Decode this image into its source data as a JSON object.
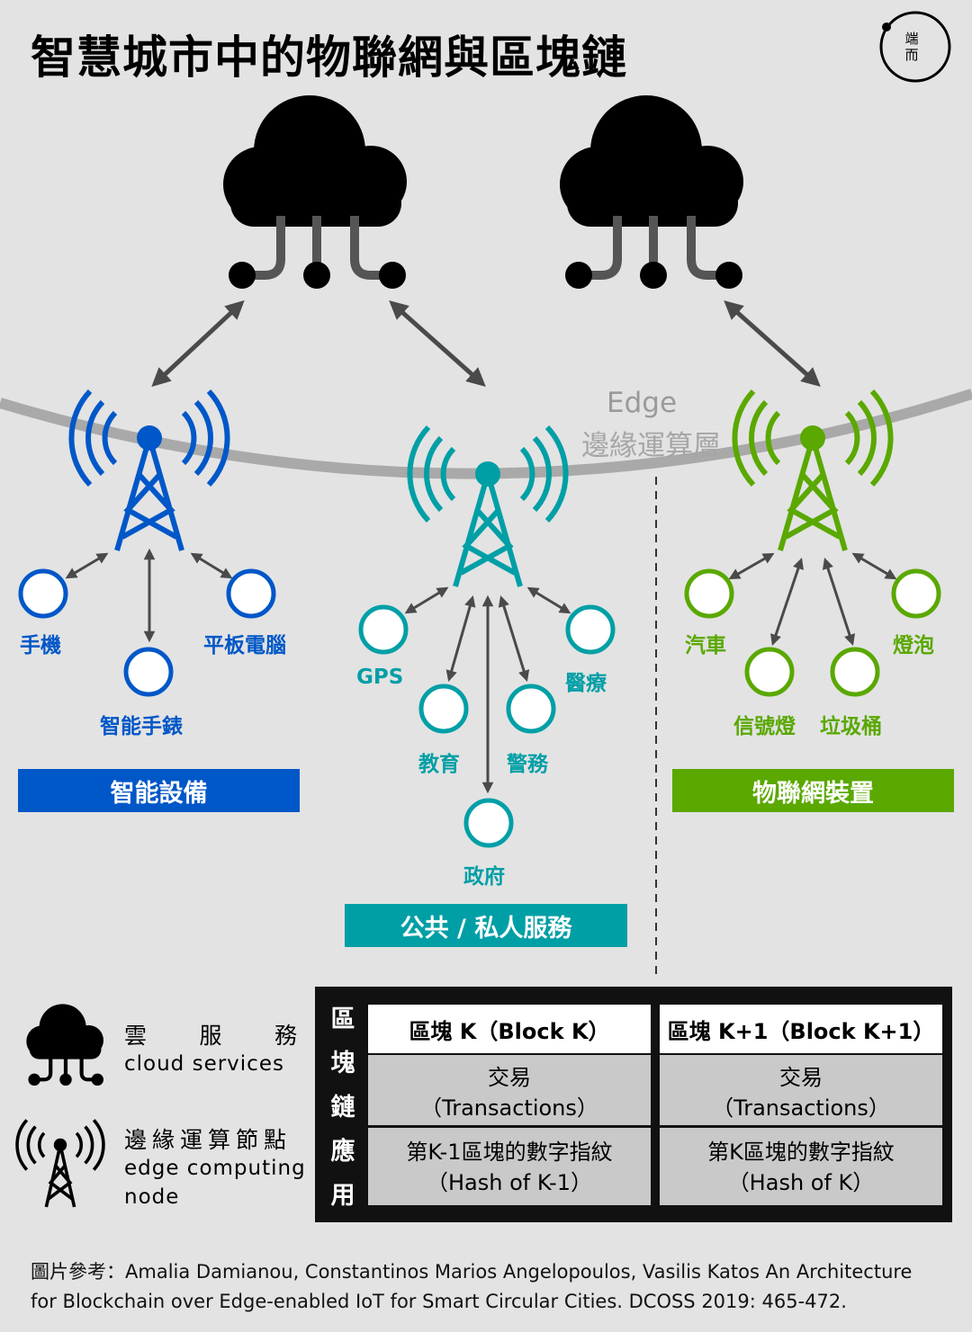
{
  "title": "智慧城市中的物聯網與區塊鏈",
  "logo": {
    "name": "initium-media-logo",
    "text_top": "端",
    "text_bottom": "而",
    "color": "#000000"
  },
  "edge_layer": {
    "label_en": "Edge",
    "label_zh": "邊緣運算層"
  },
  "groups": {
    "smart_devices": {
      "color": "#0057c8",
      "band": "智能設備",
      "devices": [
        "手機",
        "平板電腦",
        "智能手錶"
      ]
    },
    "public_services": {
      "color": "#009fa6",
      "band": "公共 / 私人服務",
      "devices": [
        "GPS",
        "醫療",
        "教育",
        "警務",
        "政府"
      ]
    },
    "iot_devices": {
      "color": "#5aa800",
      "band": "物聯網裝置",
      "devices": [
        "汽車",
        "燈泡",
        "信號燈",
        "垃圾桶"
      ]
    }
  },
  "legend": {
    "cloud": {
      "zh": "雲 服 務",
      "en": "cloud services",
      "icon": "cloud-icon"
    },
    "edge": {
      "zh": "邊緣運算節點",
      "en_line1": "edge computing",
      "en_line2": "node",
      "icon": "antenna-tower-icon"
    }
  },
  "blockchain": {
    "label": [
      "區",
      "塊",
      "鏈",
      "應",
      "用"
    ],
    "blocks": [
      {
        "header": "區塊 K（Block K）",
        "tx_zh": "交易",
        "tx_en": "（Transactions）",
        "hash_zh": "第K-1區塊的數字指紋",
        "hash_en": "（Hash of K-1）"
      },
      {
        "header": "區塊 K+1（Block K+1）",
        "tx_zh": "交易",
        "tx_en": "（Transactions）",
        "hash_zh": "第K區塊的數字指紋",
        "hash_en": "（Hash of K）"
      }
    ]
  },
  "reference": {
    "line1": "圖片參考：Amalia Damianou, Constantinos Marios Angelopoulos, Vasilis Katos An Architecture",
    "line2": "for Blockchain over Edge-enabled IoT for Smart Circular Cities. DCOSS 2019: 465-472."
  }
}
